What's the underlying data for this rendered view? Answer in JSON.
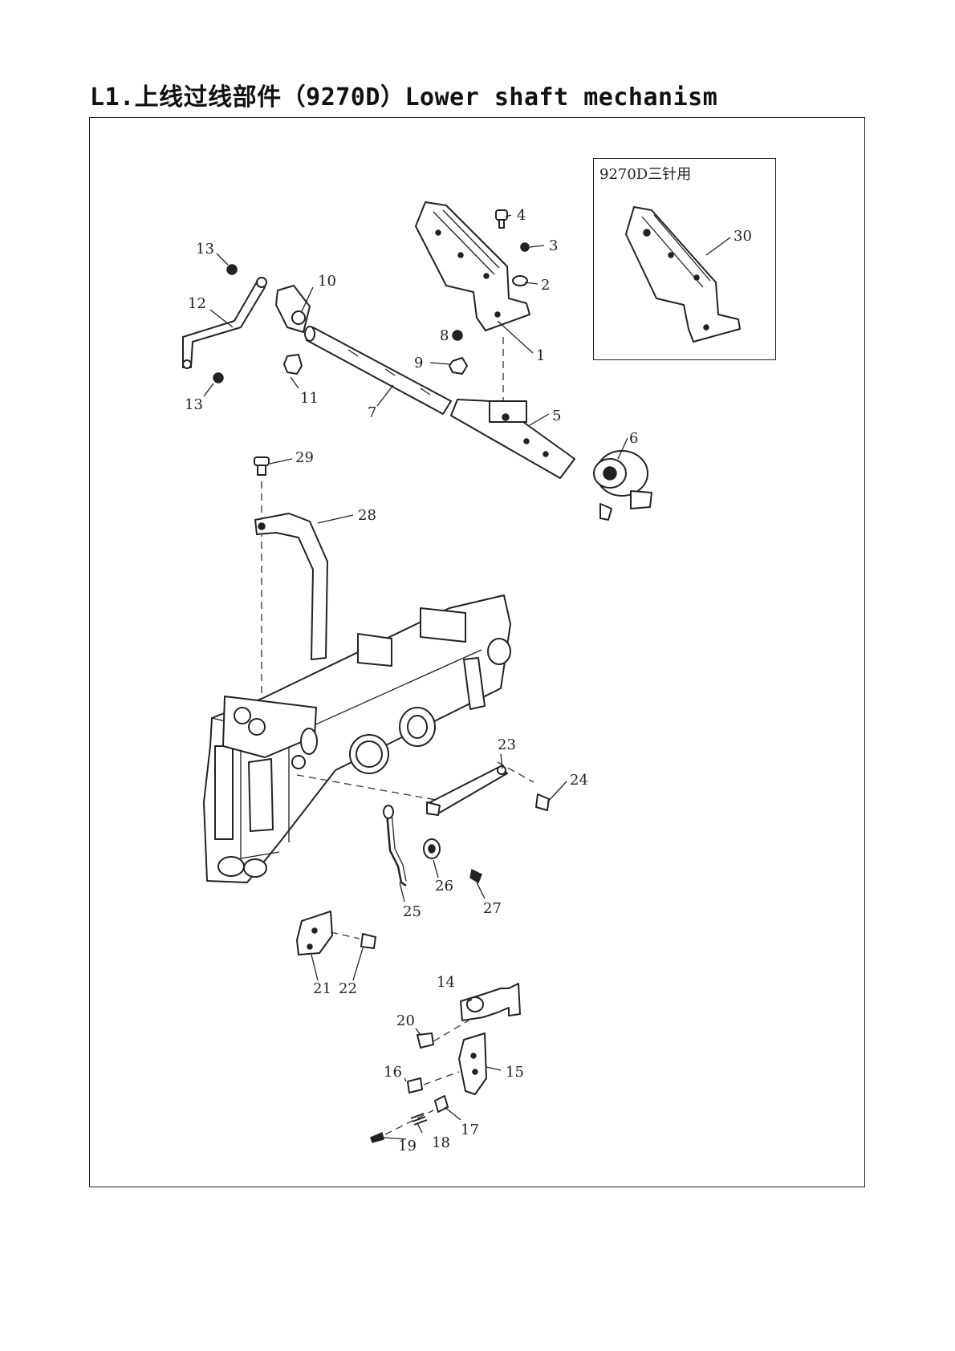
{
  "page": {
    "title": "L1.上线过线部件（9270D）Lower shaft mechanism"
  },
  "inset": {
    "label": "9270D三针用"
  },
  "callouts": [
    "1",
    "2",
    "3",
    "4",
    "5",
    "6",
    "7",
    "8",
    "9",
    "10",
    "11",
    "12",
    "13",
    "13",
    "14",
    "15",
    "16",
    "17",
    "18",
    "19",
    "20",
    "21",
    "22",
    "23",
    "24",
    "25",
    "26",
    "27",
    "28",
    "29",
    "30"
  ]
}
